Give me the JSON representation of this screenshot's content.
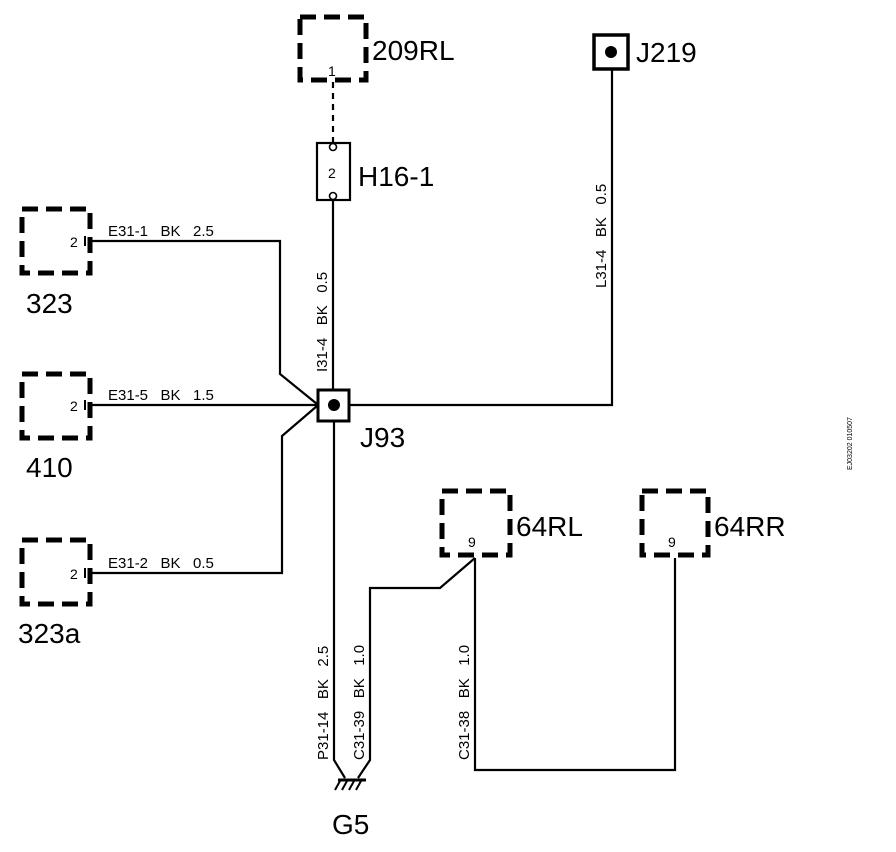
{
  "components": {
    "c209rl": {
      "label": "209RL",
      "pin": "1"
    },
    "h16": {
      "label": "H16-1",
      "pin": "2"
    },
    "j219": {
      "label": "J219"
    },
    "c323": {
      "label": "323",
      "pin": "2"
    },
    "c410": {
      "label": "410",
      "pin": "2"
    },
    "c323a": {
      "label": "323a",
      "pin": "2"
    },
    "j93": {
      "label": "J93"
    },
    "c64rl": {
      "label": "64RL",
      "pin": "9"
    },
    "c64rr": {
      "label": "64RR",
      "pin": "9"
    },
    "g5": {
      "label": "G5"
    }
  },
  "wires": {
    "e31_1": "E31-1   BK   2.5",
    "e31_5": "E31-5   BK   1.5",
    "e31_2": "E31-2   BK   0.5",
    "i31_4": "I31-4   BK   0.5",
    "l31_4": "L31-4   BK   0.5",
    "p31_14": "P31-14   BK   2.5",
    "c31_39": "C31-39   BK   1.0",
    "c31_38": "C31-38   BK   1.0"
  },
  "doc_code": "EJ03202 010507"
}
